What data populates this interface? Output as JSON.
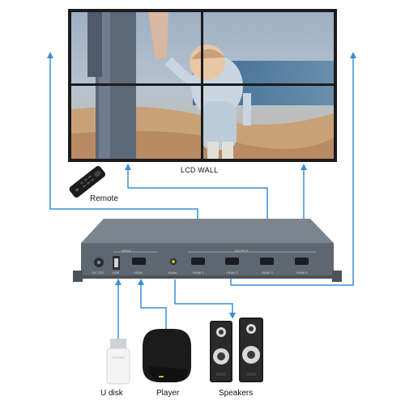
{
  "labels": {
    "lcd_wall": "LCD WALL",
    "remote": "Remote",
    "u_disk": "U disk",
    "player": "Player",
    "speakers": "Speakers"
  },
  "device": {
    "input_group": "INPUT",
    "output_group": "OUTPUT",
    "dc_power": "DC 12V",
    "usb_port": "USB",
    "hdmi_in": "HDMI",
    "audio_out": "Audio",
    "hdmi_out_1": "HDMI 1",
    "hdmi_out_2": "HDMI 2",
    "hdmi_out_3": "HDMI 3",
    "hdmi_out_4": "HDMI 4"
  },
  "colors": {
    "connector_line": "#3b8fd6",
    "device_body": "#5e6770",
    "wall_bezel": "#1b1b1b"
  }
}
